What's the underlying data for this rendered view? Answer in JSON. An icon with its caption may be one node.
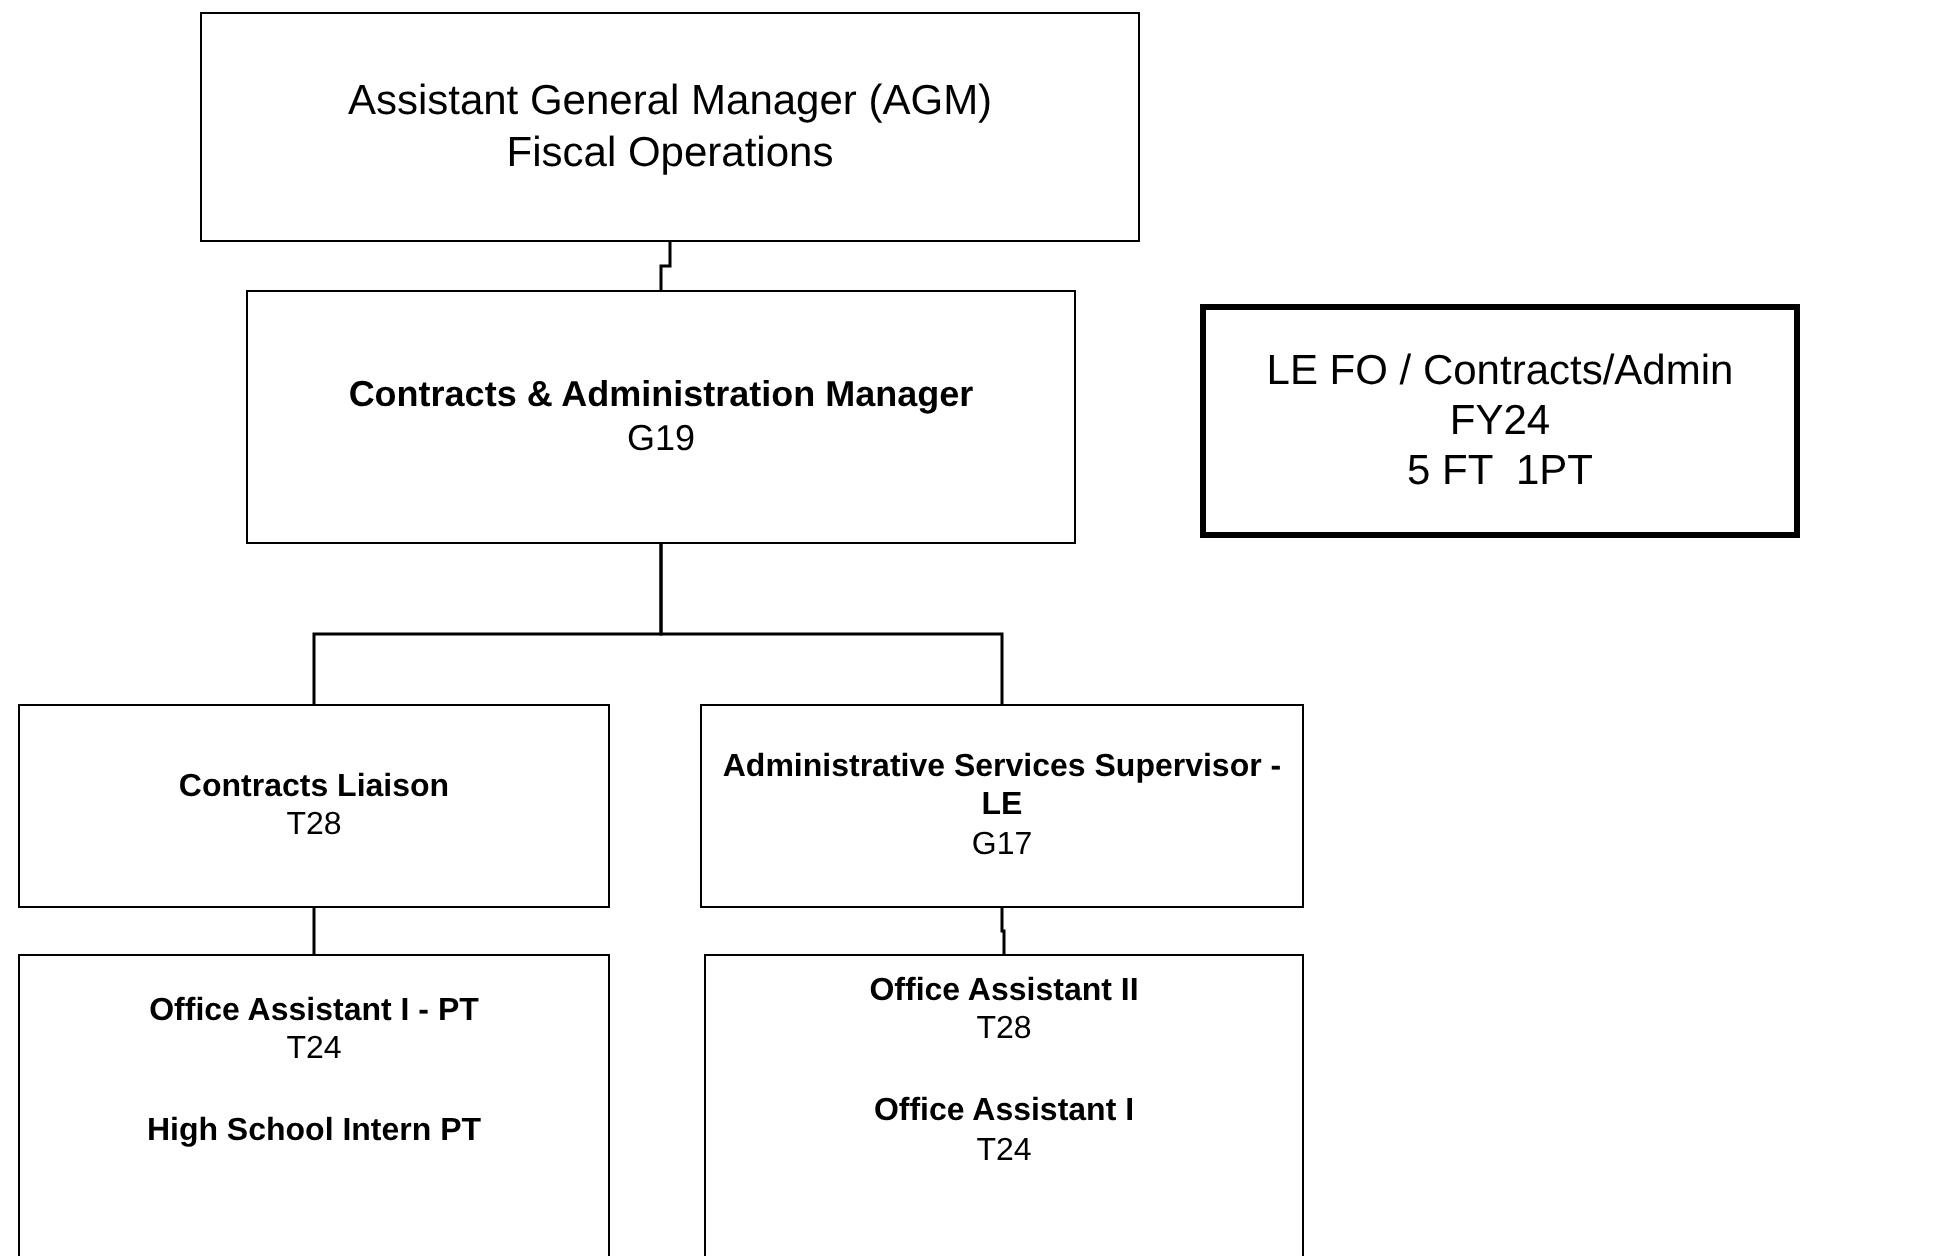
{
  "diagram": {
    "nodes": [
      {
        "text": [
          "Assistant General Manager (AGM)",
          "Fiscal Operations"
        ]
      },
      {
        "text": [
          "Contracts & Administration Manager",
          "G19"
        ]
      },
      {
        "text": [
          "LE FO / Contracts/Admin",
          "FY24",
          "5 FT  1PT"
        ]
      },
      {
        "text": [
          "Contracts Liaison",
          "T28"
        ]
      },
      {
        "text": [
          "Administrative Services Supervisor - LE",
          "G17"
        ]
      },
      {
        "text": [
          "Office Assistant I - PT",
          "T24",
          "High School Intern PT"
        ]
      },
      {
        "text": [
          "Office Assistant II",
          "T28",
          "Office Assistant I",
          "T24"
        ]
      }
    ],
    "edges": [
      {
        "from": 0,
        "to": 1,
        "arrow": "none"
      },
      {
        "from": 1,
        "to": 3,
        "arrow": "none"
      },
      {
        "from": 1,
        "to": 4,
        "arrow": "none"
      },
      {
        "from": 3,
        "to": 5,
        "arrow": "none"
      },
      {
        "from": 4,
        "to": 6,
        "arrow": "none"
      }
    ]
  }
}
